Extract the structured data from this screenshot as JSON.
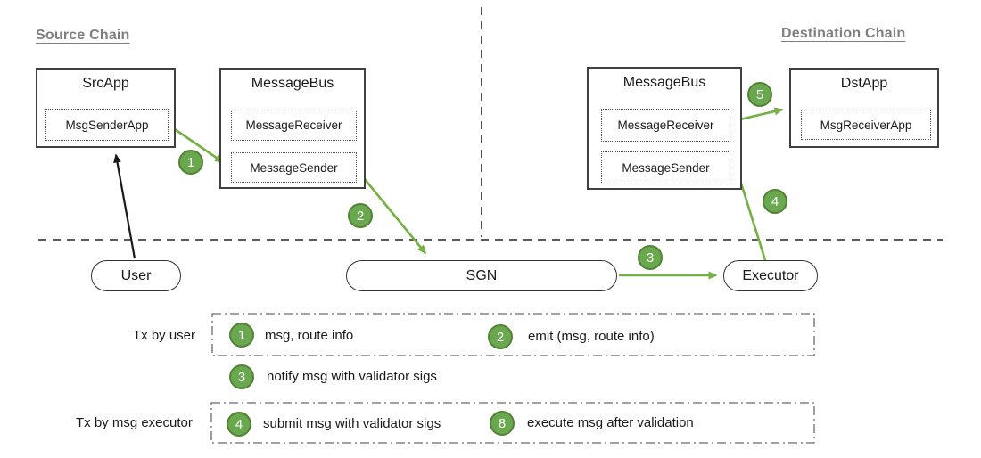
{
  "headings": {
    "source": "Source Chain",
    "destination": "Destination Chain"
  },
  "boxes": {
    "src_app": {
      "title": "SrcApp",
      "inner": "MsgSenderApp"
    },
    "src_bus": {
      "title": "MessageBus",
      "receiver": "MessageReceiver",
      "sender": "MessageSender"
    },
    "dst_bus": {
      "title": "MessageBus",
      "receiver": "MessageReceiver",
      "sender": "MessageSender"
    },
    "dst_app": {
      "title": "DstApp",
      "inner": "MsgReceiverApp"
    }
  },
  "actors": {
    "user": "User",
    "sgn": "SGN",
    "executor": "Executor"
  },
  "flow_badges": {
    "step1": "1",
    "step2": "2",
    "step3": "3",
    "step4": "4",
    "step5": "5"
  },
  "legend": {
    "group1_label": "Tx by user",
    "group2_label": "Tx by msg executor",
    "items": [
      {
        "num": "1",
        "text": "msg, route info"
      },
      {
        "num": "2",
        "text": "emit (msg, route info)"
      },
      {
        "num": "3",
        "text": "notify msg with validator sigs"
      },
      {
        "num": "4",
        "text": "submit msg with validator sigs"
      },
      {
        "num": "8",
        "text": "execute msg after validation"
      }
    ]
  },
  "colors": {
    "badge_green": "#6aa84f",
    "badge_border_green": "#538234",
    "arrow_green": "#74b042",
    "heading_gray": "#7f7f7f",
    "box_border": "#404040"
  }
}
